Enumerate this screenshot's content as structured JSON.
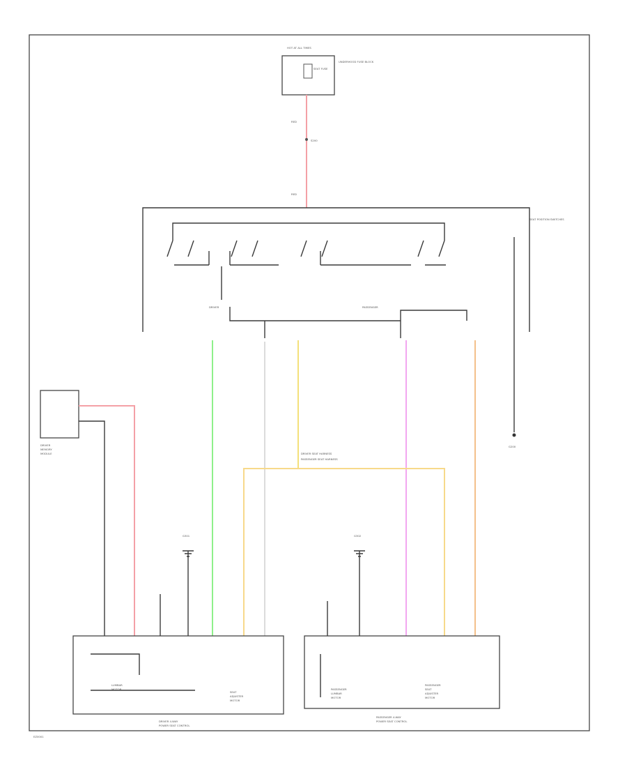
{
  "diagram": {
    "outer_label": "",
    "fuse_block": {
      "header": "HOT AT ALL TIMES",
      "fuse": "SEAT FUSE",
      "side": "UNDERHOOD FUSE BLOCK"
    },
    "splice_label": "S200",
    "switch_label": "SEAT POSITION SWITCHES",
    "driver_select": "DRIVER",
    "passenger_select": "PASSENGER",
    "memory_module": [
      "DRIVER",
      "MEMORY",
      "MODULE"
    ],
    "ground_main": [
      "G200"
    ],
    "harness_label": [
      "DRIVER SEAT HARNESS",
      "PASSENGER SEAT HARNESS"
    ],
    "driver_module": {
      "title": [
        "DRIVER 4-WAY",
        "POWER SEAT CONTROL"
      ],
      "inner_left": [
        "LUMBAR",
        "MOTOR"
      ],
      "inner_right": [
        "SEAT",
        "ADJUSTER",
        "MOTOR"
      ]
    },
    "passenger_module": {
      "title": [
        "PASSENGER 4-WAY",
        "POWER SEAT CONTROL"
      ],
      "inner_left": [
        "PASSENGER",
        "LUMBAR",
        "MOTOR"
      ],
      "inner_right": [
        "PASSENGER",
        "SEAT",
        "ADJUSTER",
        "MOTOR"
      ]
    },
    "ground_driver": "G301",
    "ground_passenger": "G302",
    "footer": "EZ0001"
  },
  "colors": {
    "red": "#f4a0a6",
    "green": "#8ef08a",
    "yellow": "#f4e07a",
    "pink": "#f2a6f0",
    "orange": "#f4c08a",
    "harness": "#f7d98a"
  }
}
